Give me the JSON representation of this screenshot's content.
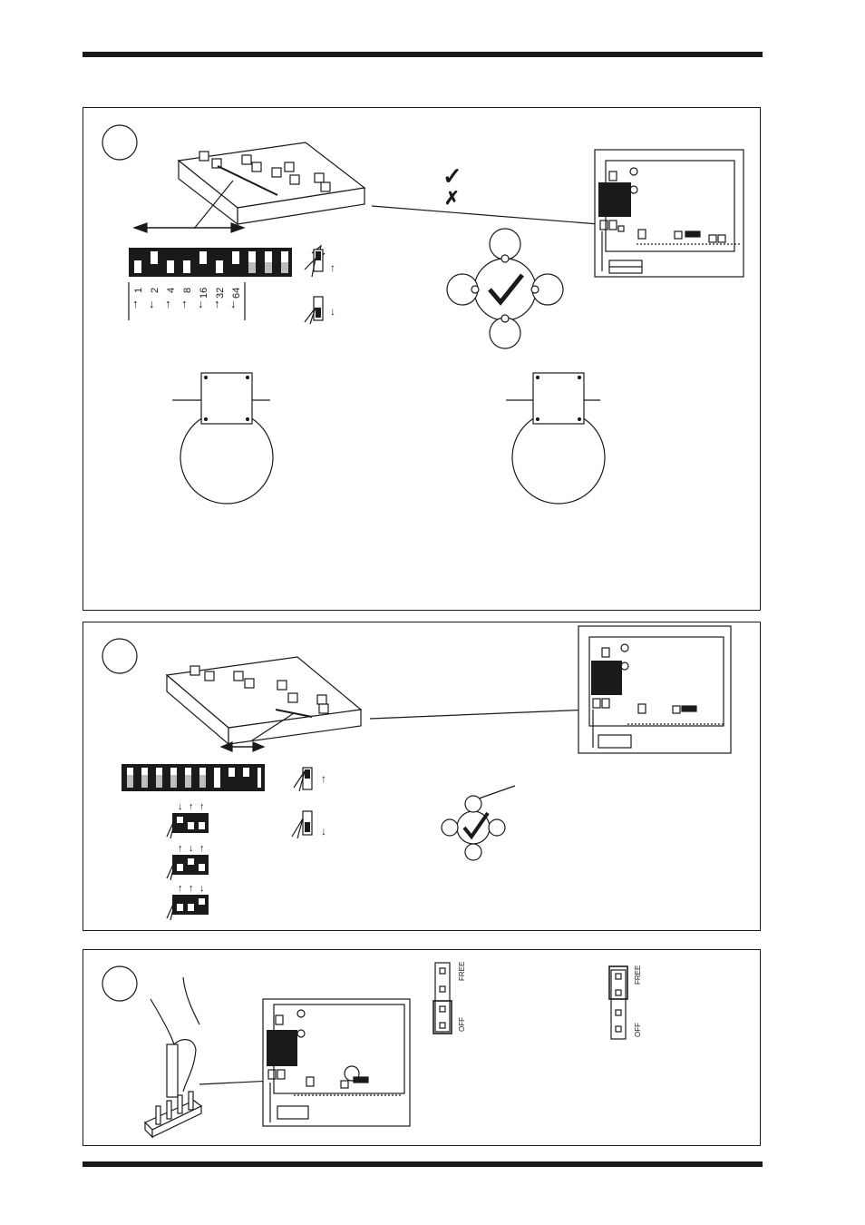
{
  "colors": {
    "ink": "#1a1a1a",
    "paper": "#ffffff",
    "shade": "#bdbdbd"
  },
  "panel_a": {
    "dip_values": [
      "1",
      "2",
      "4",
      "8",
      "16",
      "32",
      "64"
    ],
    "dip_arrows": [
      "↑",
      "↓",
      "↑",
      "↑",
      "↓",
      "↑",
      "↓"
    ],
    "legend_arrows": [
      "↑",
      "↓"
    ],
    "status_marks": [
      "✓",
      "✗"
    ]
  },
  "panel_b": {
    "triplet_arrows": [
      [
        "↓",
        "↑",
        "↑"
      ],
      [
        "↑",
        "↓",
        "↑"
      ],
      [
        "↑",
        "↑",
        "↓"
      ]
    ],
    "legend_arrows": [
      "↑",
      "↓"
    ]
  },
  "panel_c": {
    "jumper_labels": [
      "FREE",
      "OFF"
    ]
  }
}
